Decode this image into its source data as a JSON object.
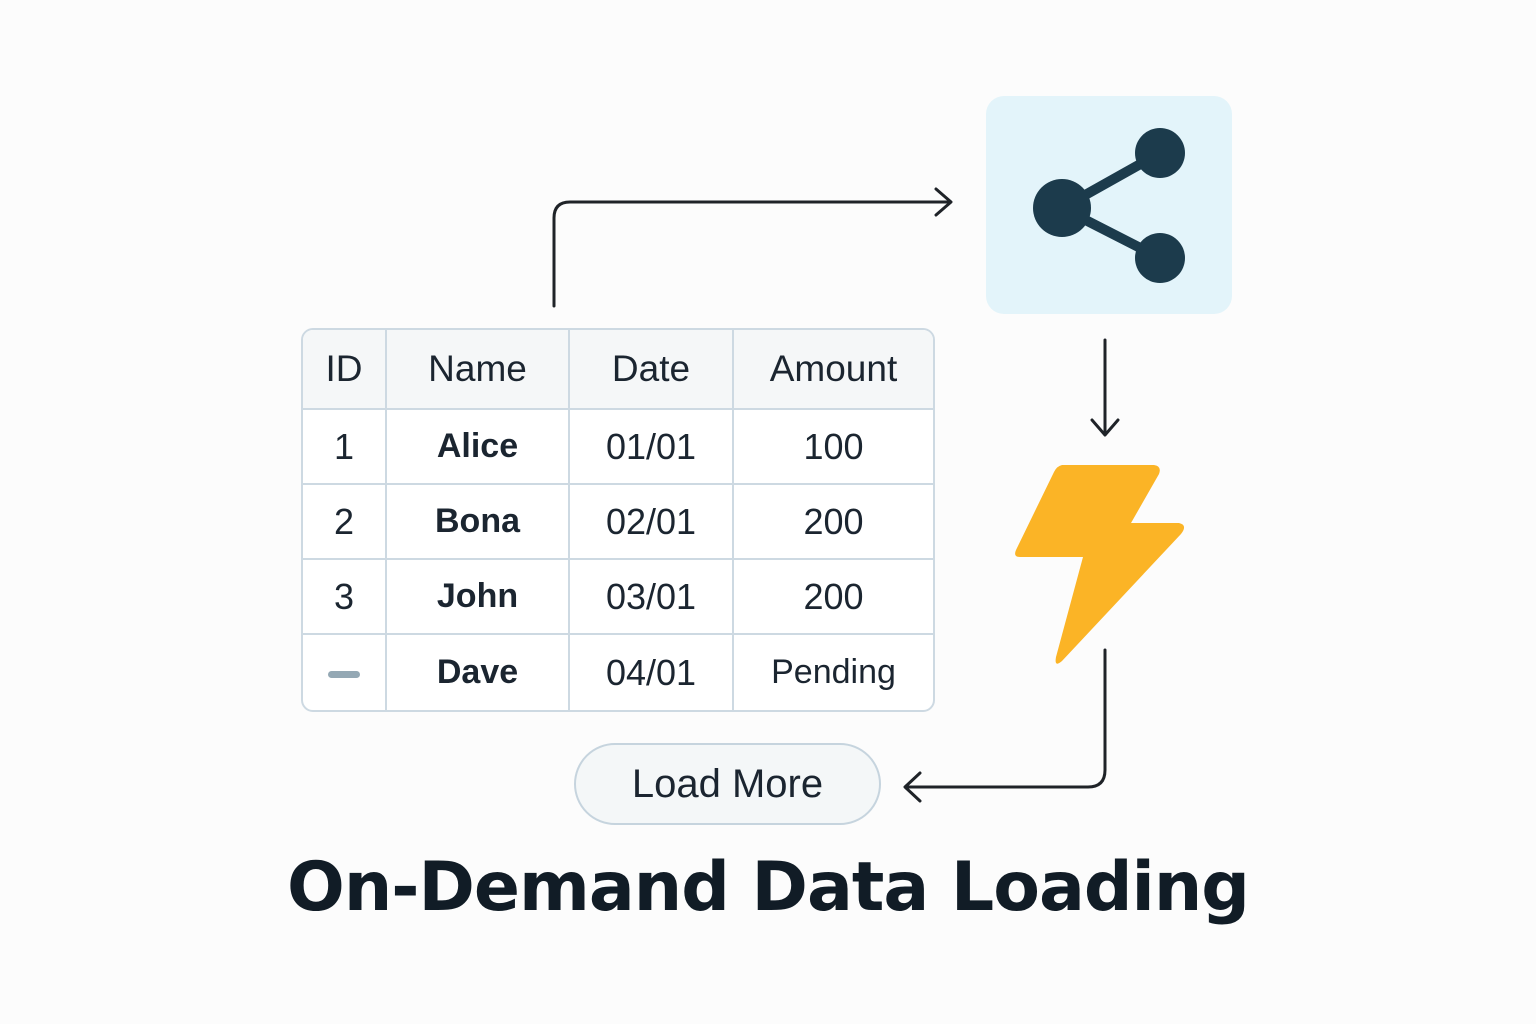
{
  "table": {
    "headers": [
      "ID",
      "Name",
      "Date",
      "Amount"
    ],
    "rows": [
      {
        "id": "1",
        "name": "Alice",
        "date": "01/01",
        "amount": "100"
      },
      {
        "id": "2",
        "name": "Bona",
        "date": "02/01",
        "amount": "200"
      },
      {
        "id": "3",
        "name": "John",
        "date": "03/01",
        "amount": "200"
      },
      {
        "id": null,
        "id_icon": "dash-icon",
        "name": "Dave",
        "date": "04/01",
        "amount": "Pending"
      }
    ]
  },
  "nodes": {
    "share": {
      "icon": "share-icon",
      "background": "#e3f4fa",
      "color": "#1c3b4c"
    },
    "bolt": {
      "icon": "lightning-bolt-icon",
      "color": "#fbb426"
    }
  },
  "button": {
    "label": "Load More"
  },
  "title": "On-Demand Data Loading"
}
